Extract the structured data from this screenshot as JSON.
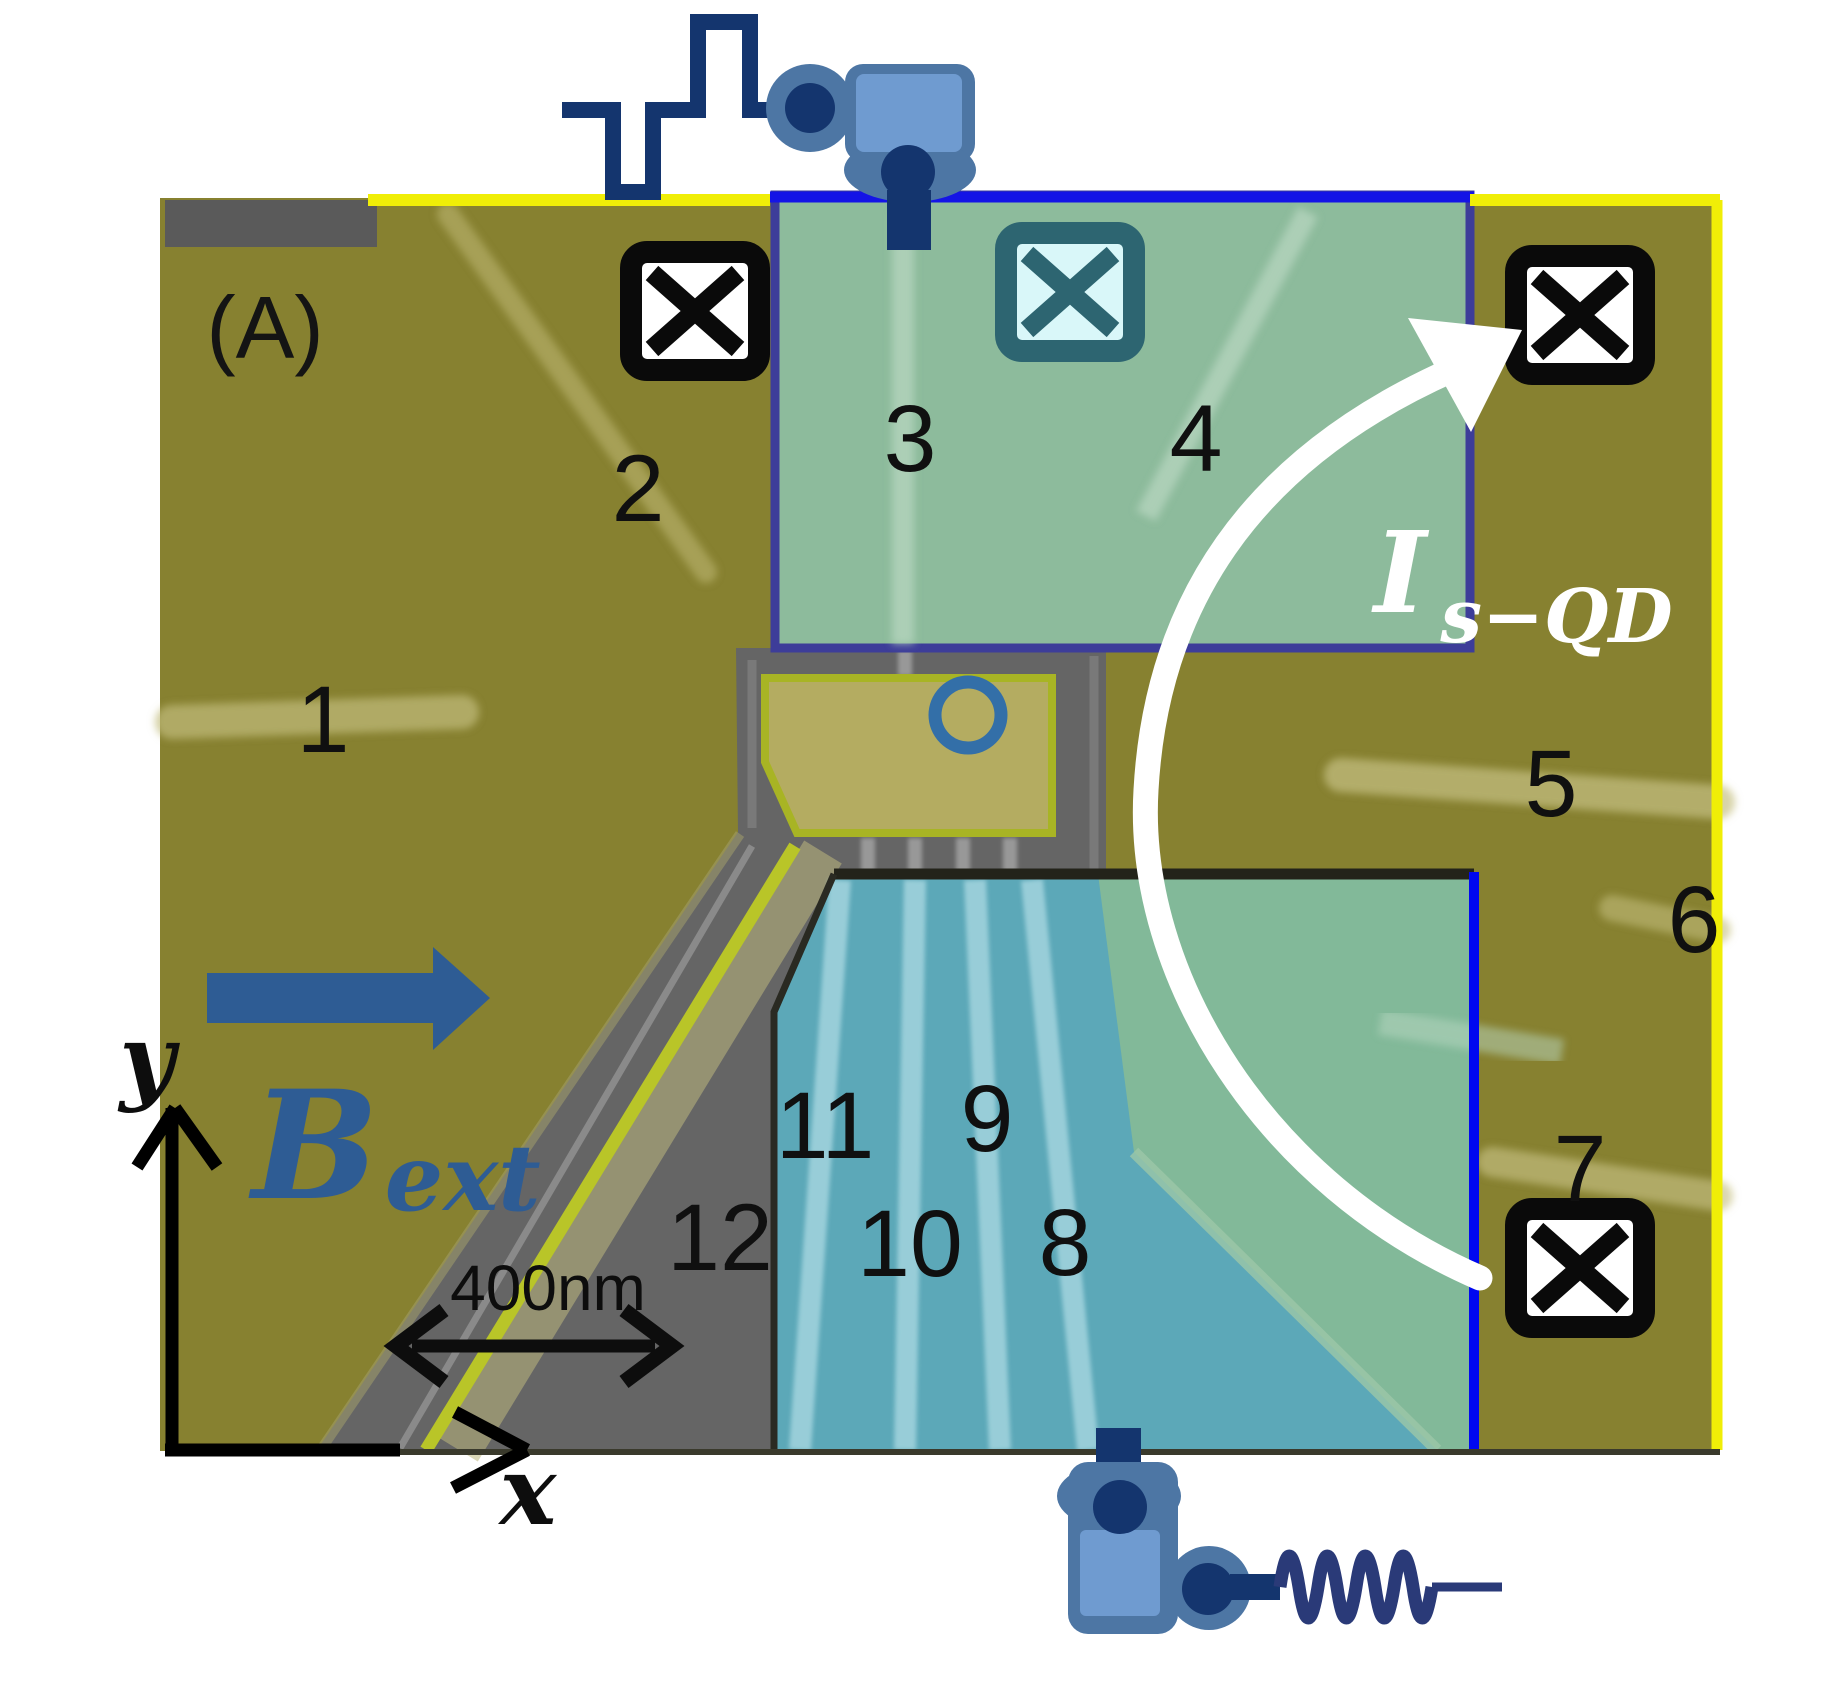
{
  "panel_label": "(A)",
  "gates": [
    "1",
    "2",
    "3",
    "4",
    "5",
    "6",
    "7",
    "8",
    "9",
    "10",
    "11",
    "12"
  ],
  "current_label": {
    "main": "I",
    "sub": "s−QD"
  },
  "field_label": {
    "main": "B",
    "sub": "ext"
  },
  "axis_labels": {
    "x": "x",
    "y": "y"
  },
  "scale_bar": {
    "label": "400nm"
  },
  "colors": {
    "olive_mesa": "#878130",
    "green_top_region": "#8dbb9c",
    "green_lower_region": "#82b999",
    "cyan_region": "#5ca8b8",
    "trench_gray": "#646464",
    "island_fill": "#b4ac61",
    "island_border": "#a8b424",
    "yellow_border": "#f0ee07",
    "top_blue_border": "#1414e6",
    "navy_purple_border": "#3d3d99",
    "right_blue_border": "#0008f0",
    "circuit_navy": "#14356e",
    "circuit_steel_blue": "#4d76a4",
    "circuit_light_blue": "#6f9bd0",
    "field_arrow_blue": "#2e5c94",
    "qd_marker_blue": "#336fa8",
    "current_arrow": "#ffffff",
    "ohmic_black": "#0a0a0a",
    "ohmic_teal": "#2d6571",
    "ohmic_teal_fill": "#d9f7f9"
  }
}
